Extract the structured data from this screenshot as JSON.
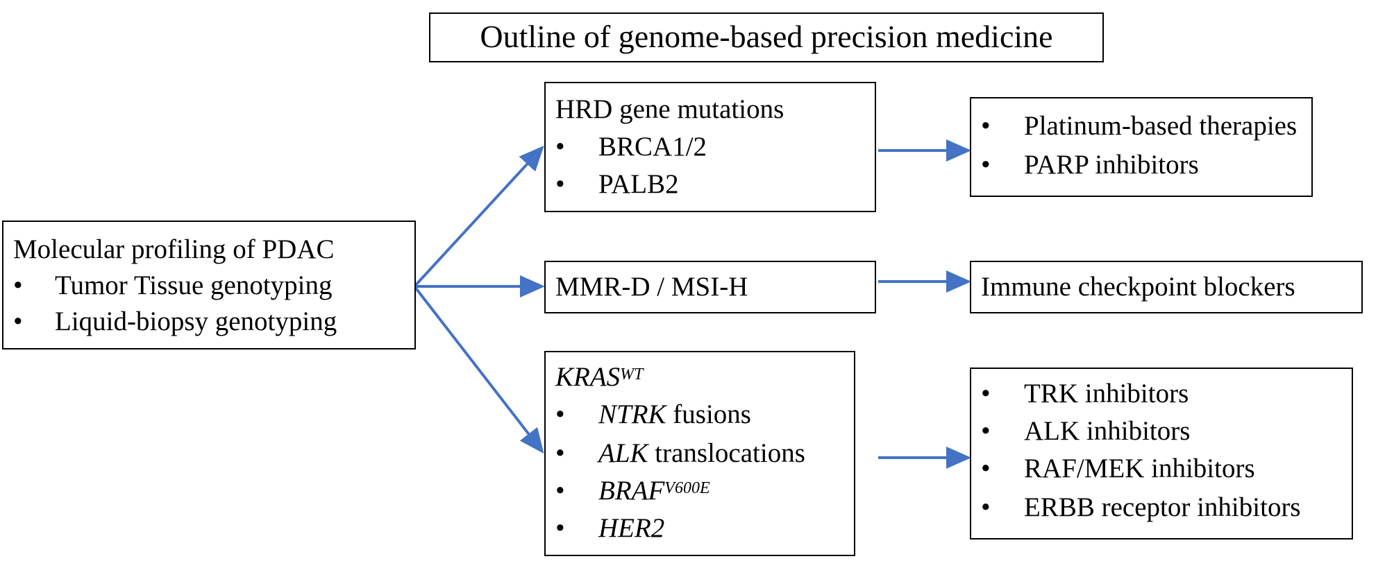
{
  "title": "Outline of genome-based precision medicine",
  "bullet": "•",
  "source": {
    "heading": "Molecular profiling of PDAC",
    "items": [
      "Tumor Tissue genotyping",
      "Liquid-biopsy genotyping"
    ]
  },
  "hrd": {
    "heading": "HRD gene mutations",
    "items": [
      "BRCA1/2",
      "PALB2"
    ]
  },
  "mmr": {
    "label": "MMR-D / MSI-H"
  },
  "kras": {
    "heading_main": "KRAS",
    "heading_sup": "WT",
    "item1_italic": "NTRK",
    "item1_rest": " fusions",
    "item2_italic": "ALK",
    "item2_rest": " translocations",
    "item3_main": "BRAF",
    "item3_sup": "V600E",
    "item4": "HER2"
  },
  "platinum": {
    "items": [
      "Platinum-based therapies",
      "PARP inhibitors"
    ]
  },
  "immune": {
    "label": "Immune checkpoint blockers"
  },
  "targeted": {
    "items": [
      "TRK inhibitors",
      "ALK inhibitors",
      "RAF/MEK inhibitors",
      "ERBB receptor inhibitors"
    ]
  },
  "colors": {
    "arrow": "#4472C4",
    "border": "#000000"
  }
}
